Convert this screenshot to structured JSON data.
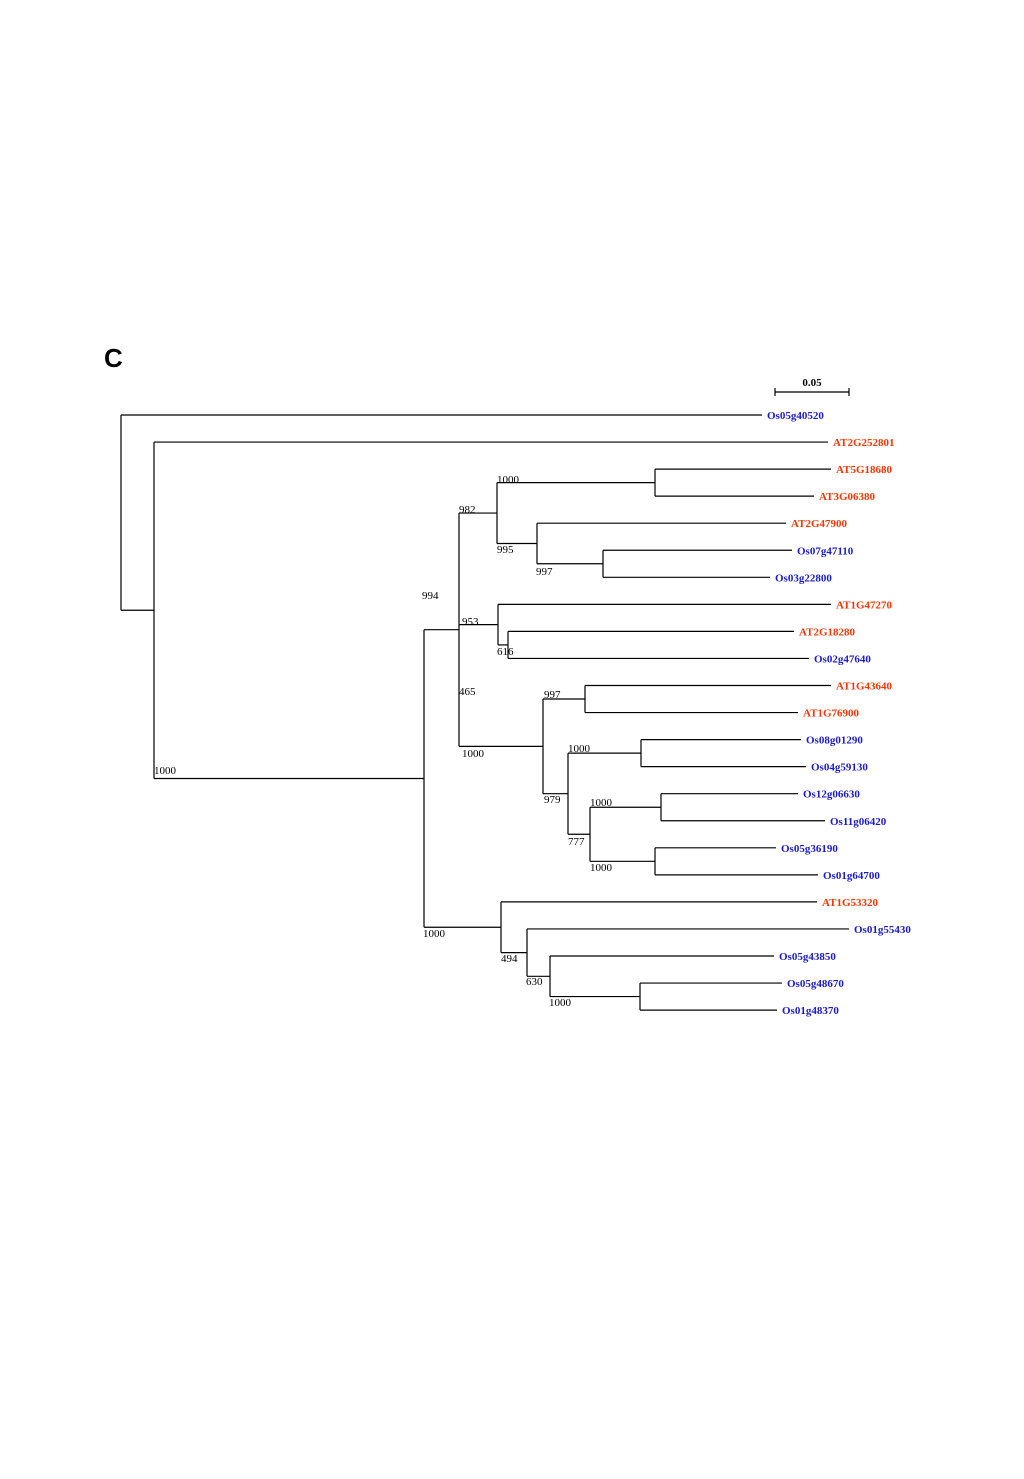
{
  "panel_label": "C",
  "scale_bar": {
    "label": "0.05"
  },
  "colors": {
    "rice": "#1a1acc",
    "arabidopsis": "#ff3300",
    "branch": "#000000"
  },
  "leaves": [
    {
      "id": "L1",
      "label": "Os05g40520",
      "species": "rice"
    },
    {
      "id": "L2",
      "label": "AT2G252801",
      "species": "arabidopsis"
    },
    {
      "id": "L3",
      "label": "AT5G18680",
      "species": "arabidopsis"
    },
    {
      "id": "L4",
      "label": "AT3G06380",
      "species": "arabidopsis"
    },
    {
      "id": "L5",
      "label": "AT2G47900",
      "species": "arabidopsis"
    },
    {
      "id": "L6",
      "label": "Os07g47110",
      "species": "rice"
    },
    {
      "id": "L7",
      "label": "Os03g22800",
      "species": "rice"
    },
    {
      "id": "L8",
      "label": "AT1G47270",
      "species": "arabidopsis"
    },
    {
      "id": "L9",
      "label": "AT2G18280",
      "species": "arabidopsis"
    },
    {
      "id": "L10",
      "label": "Os02g47640",
      "species": "rice"
    },
    {
      "id": "L11",
      "label": "AT1G43640",
      "species": "arabidopsis"
    },
    {
      "id": "L12",
      "label": "AT1G76900",
      "species": "arabidopsis"
    },
    {
      "id": "L13",
      "label": "Os08g01290",
      "species": "rice"
    },
    {
      "id": "L14",
      "label": "Os04g59130",
      "species": "rice"
    },
    {
      "id": "L15",
      "label": "Os12g06630",
      "species": "rice"
    },
    {
      "id": "L16",
      "label": "Os11g06420",
      "species": "rice"
    },
    {
      "id": "L17",
      "label": "Os05g36190",
      "species": "rice"
    },
    {
      "id": "L18",
      "label": "Os01g64700",
      "species": "rice"
    },
    {
      "id": "L19",
      "label": "AT1G53320",
      "species": "arabidopsis"
    },
    {
      "id": "L20",
      "label": "Os01g55430",
      "species": "rice"
    },
    {
      "id": "L21",
      "label": "Os05g43850",
      "species": "rice"
    },
    {
      "id": "L22",
      "label": "Os05g48670",
      "species": "rice"
    },
    {
      "id": "L23",
      "label": "Os01g48370",
      "species": "rice"
    }
  ],
  "bootstrap_values": [
    {
      "id": "n_root_inner",
      "value": "1000"
    },
    {
      "id": "n_main",
      "value": "994"
    },
    {
      "id": "n_A",
      "value": "465"
    },
    {
      "id": "n_A1",
      "value": "982"
    },
    {
      "id": "n_A1a",
      "value": "1000"
    },
    {
      "id": "n_A1b",
      "value": "995"
    },
    {
      "id": "n_A1b2",
      "value": "997"
    },
    {
      "id": "n_A2",
      "value": "953"
    },
    {
      "id": "n_A2b",
      "value": "616"
    },
    {
      "id": "n_B",
      "value": "1000"
    },
    {
      "id": "n_B1",
      "value": "997"
    },
    {
      "id": "n_B2",
      "value": "979"
    },
    {
      "id": "n_B2a",
      "value": "1000"
    },
    {
      "id": "n_B2b",
      "value": "777"
    },
    {
      "id": "n_B2b1",
      "value": "1000"
    },
    {
      "id": "n_B2b2",
      "value": "1000"
    },
    {
      "id": "n_C",
      "value": "1000"
    },
    {
      "id": "n_C1",
      "value": "494"
    },
    {
      "id": "n_C2",
      "value": "630"
    },
    {
      "id": "n_C3",
      "value": "1000"
    }
  ]
}
